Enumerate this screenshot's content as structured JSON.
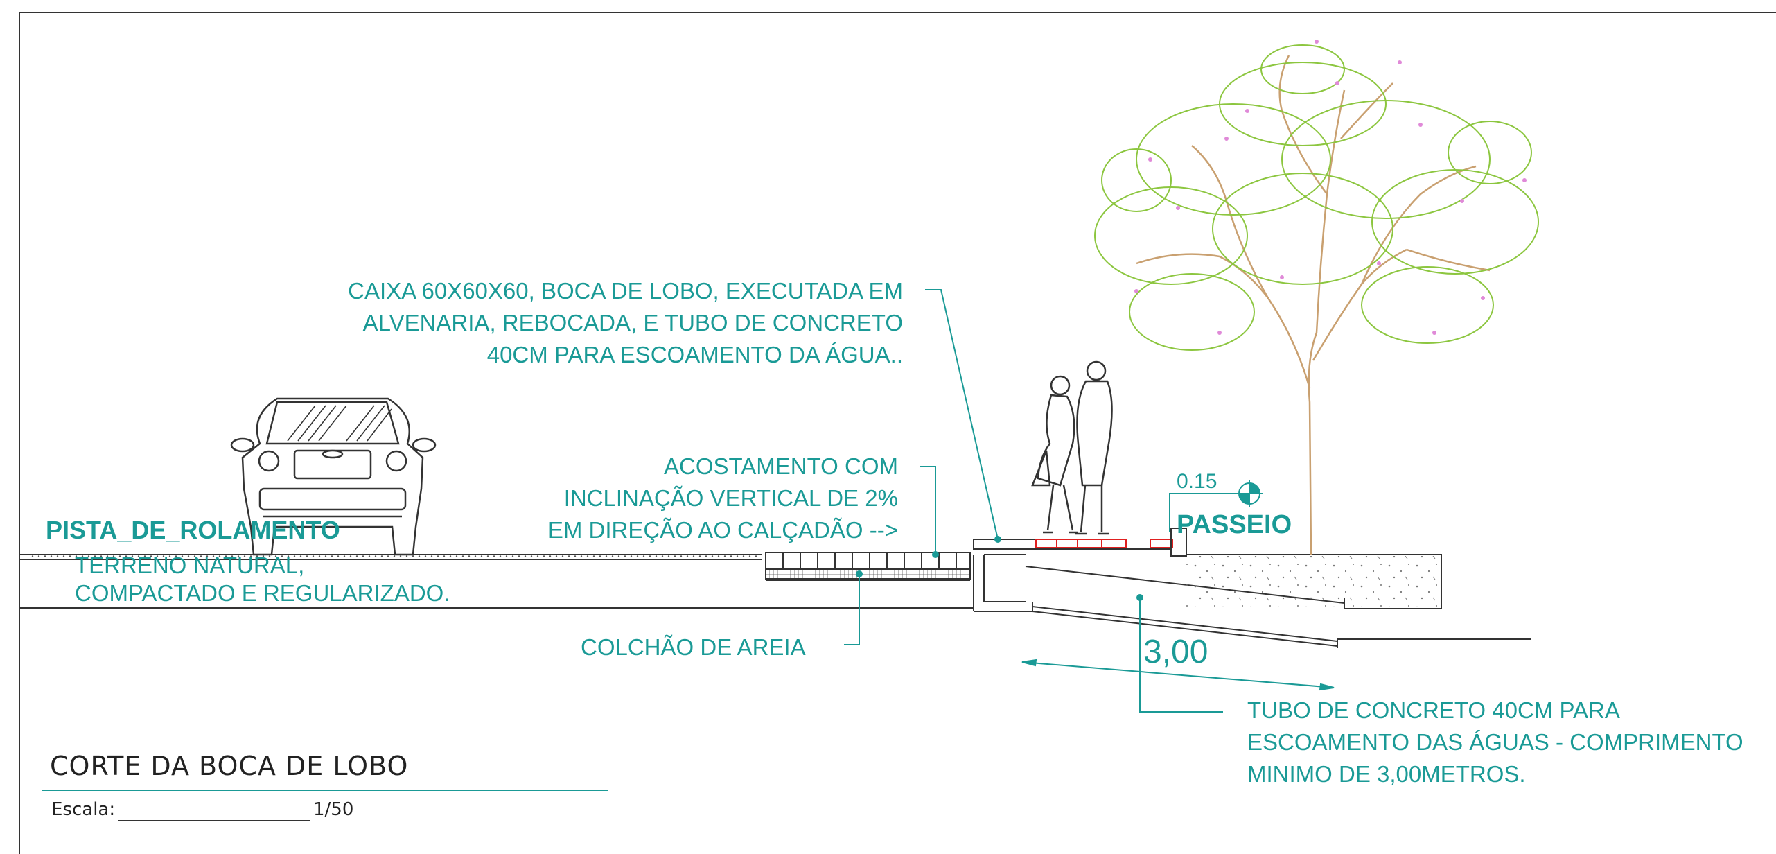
{
  "title": "CORTE DA BOCA DE LOBO",
  "scale": {
    "label": "Escala:",
    "value": "1/50"
  },
  "colors": {
    "annotation": "#1a9a96",
    "line": "#333333",
    "tree_foliage": "#8cc63f",
    "tree_flowers": "#e08ad8",
    "grate": "#e02020"
  },
  "labels": {
    "caixa": [
      "CAIXA 60X60X60, BOCA DE LOBO, EXECUTADA EM",
      "ALVENARIA, REBOCADA, E TUBO DE CONCRETO",
      "40CM PARA ESCOAMENTO DA ÁGUA.."
    ],
    "acostamento": [
      "ACOSTAMENTO COM",
      "INCLINAÇÃO VERTICAL DE 2%",
      "EM DIREÇÃO AO CALÇADÃO -->"
    ],
    "pista": "PISTA_DE_ROLAMENTO",
    "terreno": [
      "TERRENO NATURAL,",
      "COMPACTADO E REGULARIZADO."
    ],
    "colchao": "COLCHÃO DE AREIA",
    "passeio": "PASSEIO",
    "passeio_height": "0.15",
    "dimension": "3,00",
    "tubo": [
      "TUBO DE CONCRETO 40CM PARA",
      "ESCOAMENTO DAS ÁGUAS - COMPRIMENTO",
      "MINIMO DE 3,00METROS."
    ]
  }
}
